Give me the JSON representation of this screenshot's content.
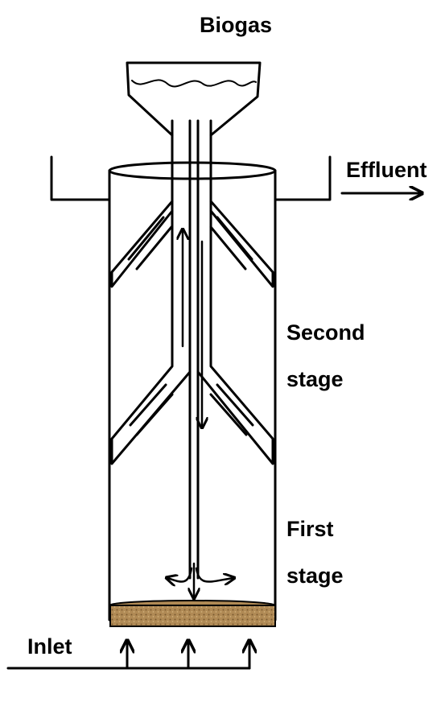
{
  "labels": {
    "biogas": "Biogas",
    "effluent": "Effluent",
    "second_stage_line1": "Second",
    "second_stage_line2": "stage",
    "first_stage_line1": "First",
    "first_stage_line2": "stage",
    "inlet": "Inlet"
  },
  "colors": {
    "stroke": "#000000",
    "sludge_bed": "#b08a55",
    "background": "#ffffff"
  }
}
